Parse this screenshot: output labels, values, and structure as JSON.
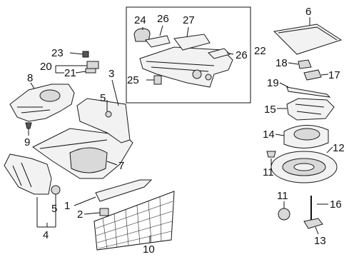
{
  "callouts": {
    "c1": "1",
    "c2": "2",
    "c3": "3",
    "c4": "4",
    "c5a": "5",
    "c5b": "5",
    "c6": "6",
    "c7": "7",
    "c8": "8",
    "c9": "9",
    "c10": "10",
    "c11a": "11",
    "c11b": "11",
    "c12": "12",
    "c13": "13",
    "c14": "14",
    "c15": "15",
    "c16": "16",
    "c17": "17",
    "c18": "18",
    "c19": "19",
    "c20": "20",
    "c21": "21",
    "c22": "22",
    "c23": "23",
    "c24": "24",
    "c25": "25",
    "c26a": "26",
    "c26b": "26",
    "c27": "27"
  }
}
